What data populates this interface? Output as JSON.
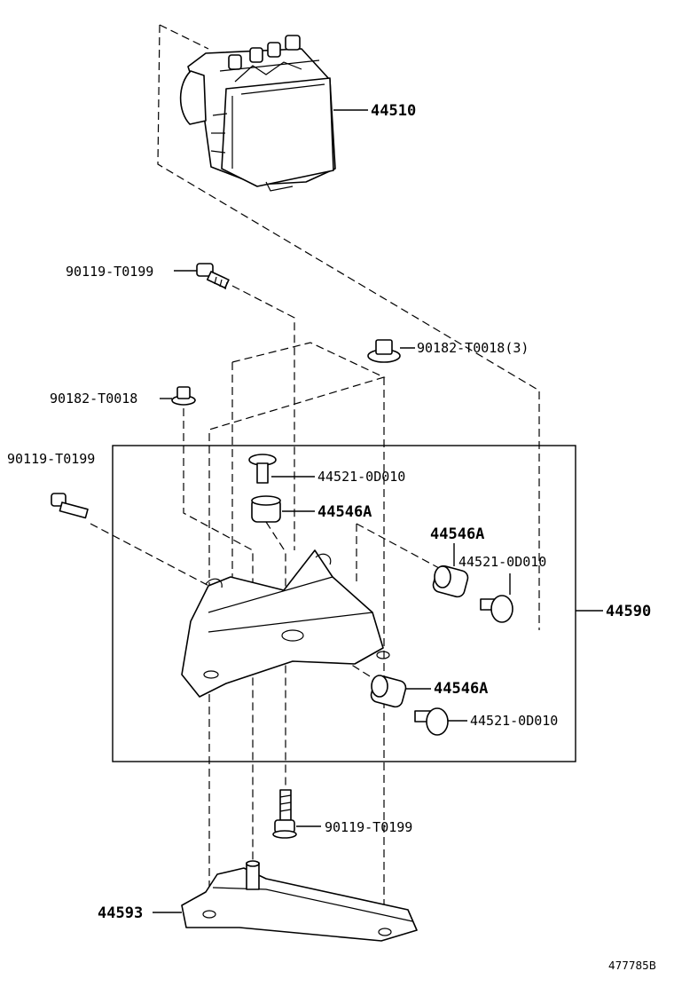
{
  "callouts": {
    "p44510": "44510",
    "p90119_top": "90119-T0199",
    "p90182_3": "90182-T0018(3)",
    "p90182_left": "90182-T0018",
    "p90119_left": "90119-T0199",
    "p44521_a": "44521-0D010",
    "p44546_a": "44546A",
    "p44546_b": "44546A",
    "p44521_b": "44521-0D010",
    "p44590": "44590",
    "p44546_c": "44546A",
    "p44521_c": "44521-0D010",
    "p90119_bottom": "90119-T0199",
    "p44593": "44593"
  },
  "drawing_id": "477785B"
}
